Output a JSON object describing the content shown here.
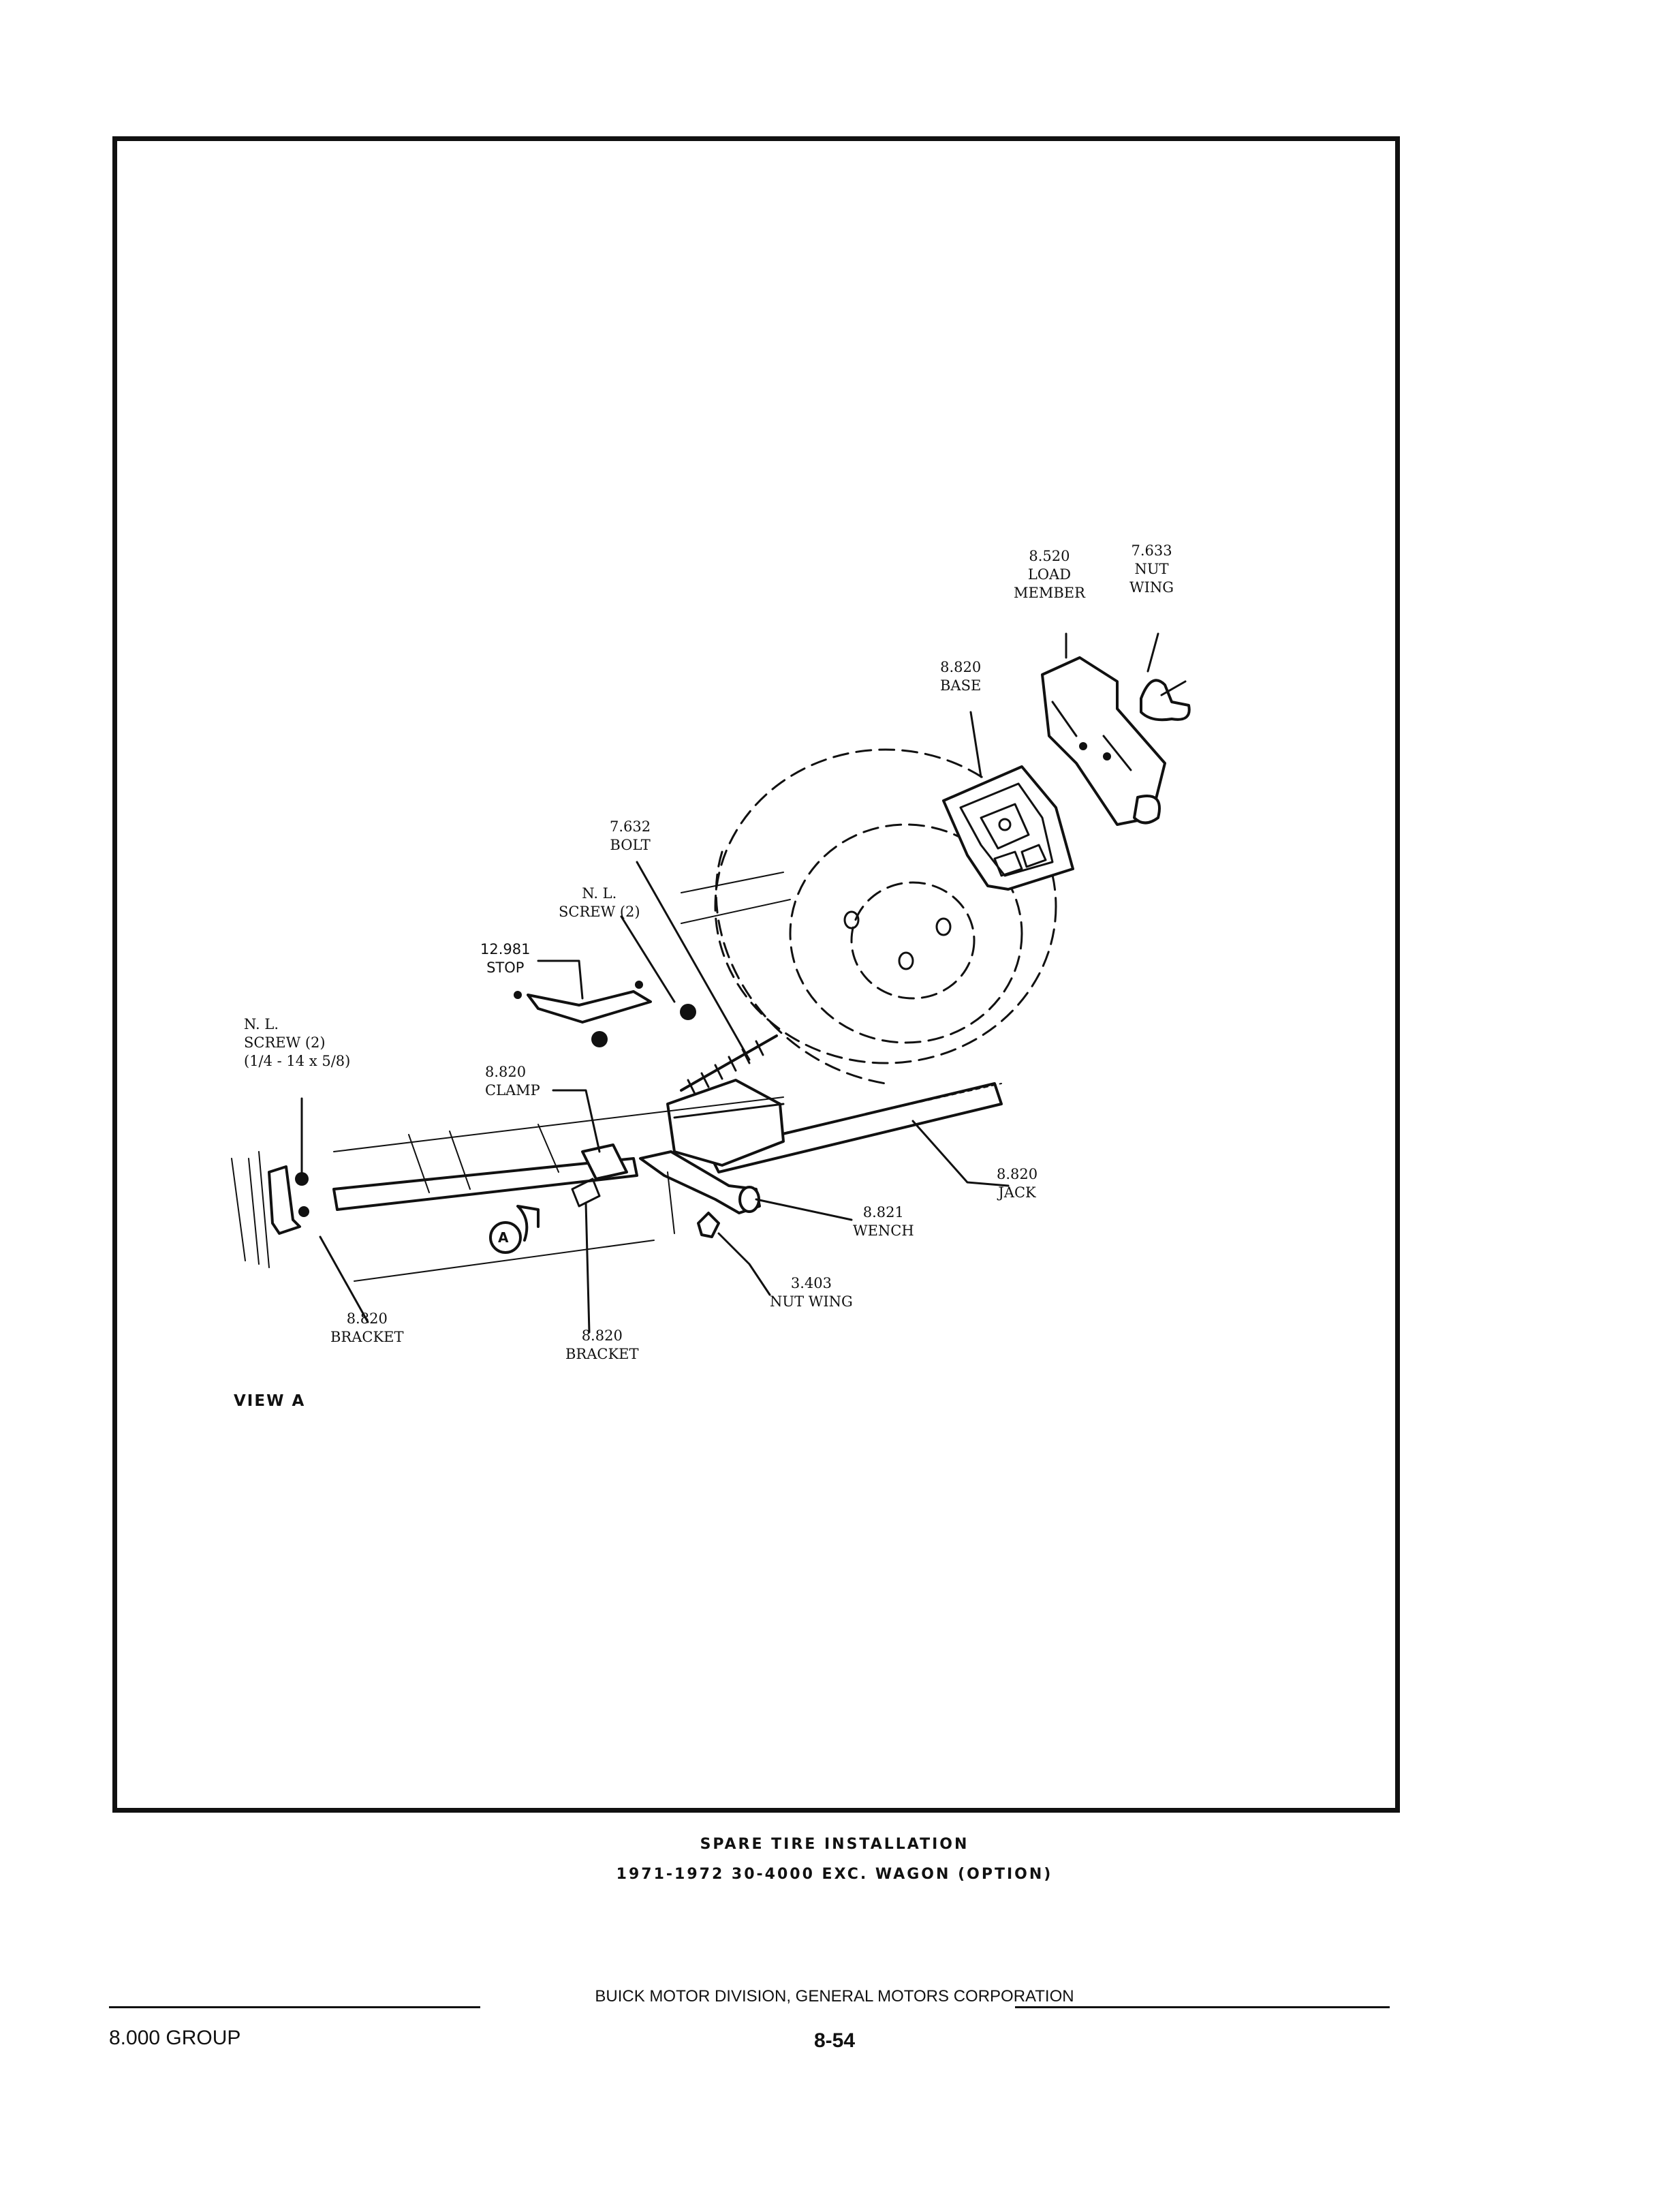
{
  "labels": {
    "load_member": [
      "8.520",
      "LOAD",
      "MEMBER"
    ],
    "nut_wing_top": [
      "7.633",
      "NUT",
      "WING"
    ],
    "base": [
      "8.820",
      "BASE"
    ],
    "bolt": [
      "7.632",
      "BOLT"
    ],
    "nl_screw_upper": [
      "N. L.",
      "SCREW (2)"
    ],
    "stop": [
      "12.981",
      "STOP"
    ],
    "nl_screw_left": [
      "N. L.",
      "SCREW (2)",
      "(1/4 - 14 x 5/8)"
    ],
    "clamp": [
      "8.820",
      "CLAMP"
    ],
    "jack": [
      "8.820",
      "JACK"
    ],
    "wench": [
      "8.821",
      "WENCH"
    ],
    "nut_wing_lower": [
      "3.403",
      "NUT WING"
    ],
    "bracket_left": [
      "8.820",
      "BRACKET"
    ],
    "bracket_center": [
      "8.820",
      "BRACKET"
    ]
  },
  "view_label": "VIEW A",
  "callout_letter": "A",
  "caption": {
    "title": "SPARE TIRE INSTALLATION",
    "subtitle": "1971-1972  30-4000 EXC. WAGON (OPTION)"
  },
  "footer": {
    "publisher": "BUICK MOTOR DIVISION, GENERAL MOTORS CORPORATION",
    "group": "8.000 GROUP",
    "page": "8-54"
  }
}
